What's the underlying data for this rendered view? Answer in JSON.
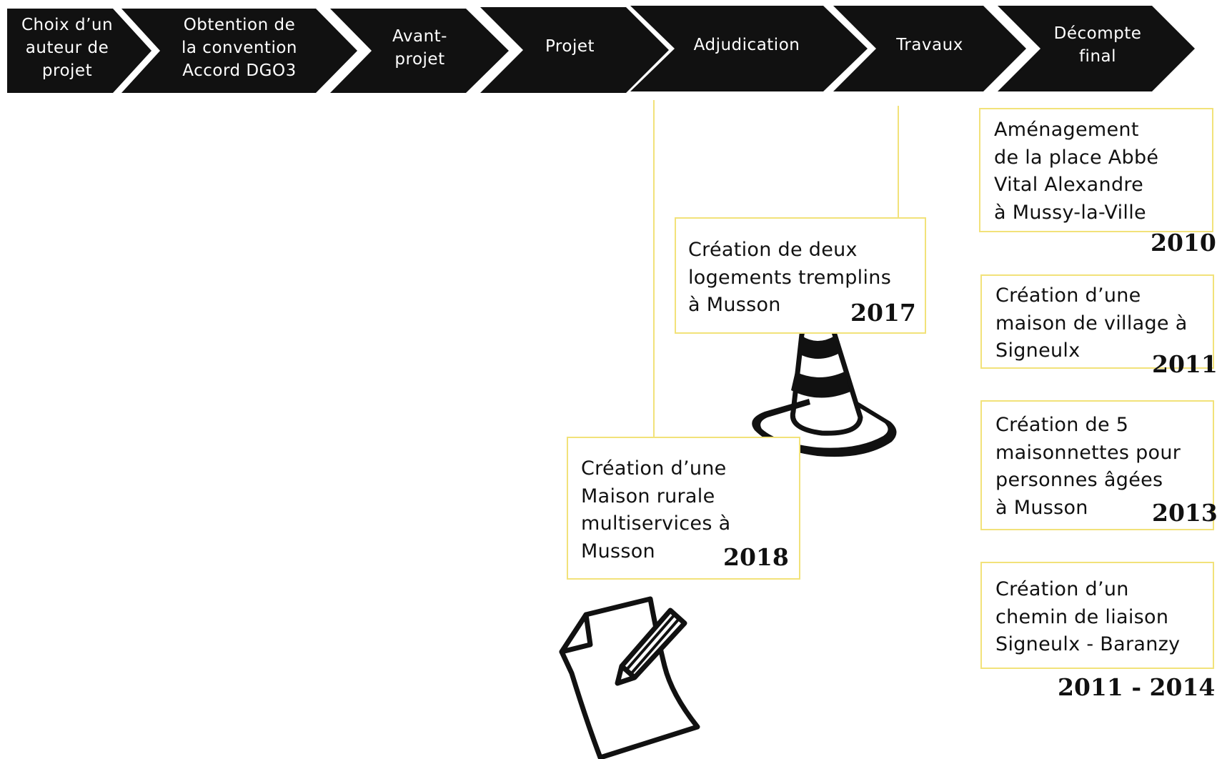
{
  "stages": [
    {
      "label": "Choix d’un\nauteur de\nprojet"
    },
    {
      "label": "Obtention de\nla convention\nAccord DGO3"
    },
    {
      "label": "Avant-\nprojet"
    },
    {
      "label": "Projet"
    },
    {
      "label": "Adjudication"
    },
    {
      "label": "Travaux"
    },
    {
      "label": "Décompte\nfinal"
    }
  ],
  "projects": {
    "p2017": {
      "text": "Création de deux\nlogements tremplins\nà Musson",
      "year": "2017"
    },
    "p2018": {
      "text": "Création d’une\nMaison rurale\nmultiservices à\nMusson",
      "year": "2018"
    },
    "p2010": {
      "text": "Aménagement\nde la place Abbé\nVital Alexandre\nà Mussy-la-Ville",
      "year": "2010"
    },
    "p2011": {
      "text": "Création d’une\nmaison de village à\nSigneulx",
      "year": "2011"
    },
    "p2013": {
      "text": "Création de 5\nmaisonnettes pour\npersonnes âgées\nà Musson",
      "year": "2013"
    },
    "p2011_2014": {
      "text": "Création d’un\nchemin de liaison\nSigneulx - Baranzy",
      "year": "2011 - 2014"
    }
  },
  "icons": {
    "cone": "traffic-cone-icon",
    "document": "document-pencil-icon"
  },
  "colors": {
    "arrow_fill": "#111111",
    "arrow_text": "#ffffff",
    "card_border": "#f2e27a",
    "connector": "#f2e27a",
    "text": "#111111"
  }
}
